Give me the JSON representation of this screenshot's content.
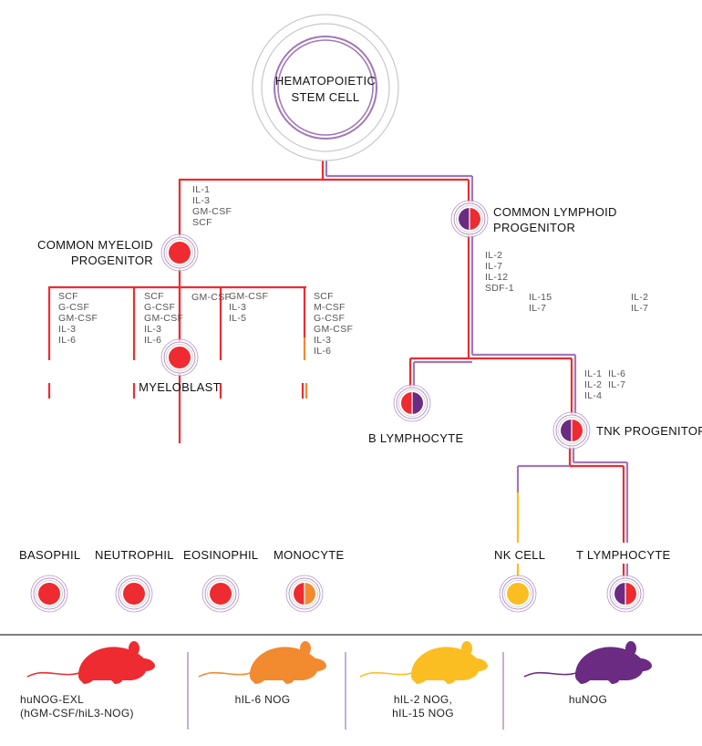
{
  "colors": {
    "red": "#ee2b31",
    "purple": "#6c2b82",
    "orange": "#f28a30",
    "yellow": "#fbbe22",
    "ring_purple": "#a178b8",
    "ring_grey": "#c8c8c8"
  },
  "cells": {
    "hsc": "HEMATOPOIETIC\nSTEM CELL",
    "cmp": "COMMON MYELOID\nPROGENITOR",
    "clp": "COMMON LYMPHOID\nPROGENITOR",
    "myeloblast": "MYELOBLAST",
    "b_lymphocyte": "B LYMPHOCYTE",
    "tnk": "TNK PROGENITOR",
    "basophil": "BASOPHIL",
    "neutrophil": "NEUTROPHIL",
    "eosinophil": "EOSINOPHIL",
    "monocyte": "MONOCYTE",
    "nk": "NK CELL",
    "t_lymphocyte": "T LYMPHOCYTE"
  },
  "cytokines": {
    "to_cmp": [
      "IL-1",
      "IL-3",
      "GM-CSF",
      "SCF"
    ],
    "to_myeloblast": [
      "GM-CSF"
    ],
    "to_lymphoid": [
      "IL-2",
      "IL-7",
      "IL-12",
      "SDF-1"
    ],
    "to_tnk_col1": [
      "IL-1",
      "IL-2",
      "IL-4"
    ],
    "to_tnk_col2": [
      "IL-6",
      "IL-7"
    ],
    "basophil": [
      "SCF",
      "G-CSF",
      "GM-CSF",
      "IL-3",
      "IL-6"
    ],
    "neutrophil": [
      "SCF",
      "G-CSF",
      "GM-CSF",
      "IL-3",
      "IL-6"
    ],
    "eosinophil": [
      "GM-CSF",
      "IL-3",
      "IL-5"
    ],
    "monocyte": [
      "SCF",
      "M-CSF",
      "G-CSF",
      "GM-CSF",
      "IL-3",
      "IL-6"
    ],
    "nk": [
      "IL-15",
      "IL-7"
    ],
    "t_lymphocyte": [
      "IL-2",
      "IL-7"
    ]
  },
  "legend": {
    "red_model": "huNOG-EXL\n(hGM-CSF/hiL3-NOG)",
    "orange_model": "hIL-6 NOG",
    "yellow_model": "hIL-2 NOG,\nhIL-15 NOG",
    "purple_model": "huNOG"
  }
}
